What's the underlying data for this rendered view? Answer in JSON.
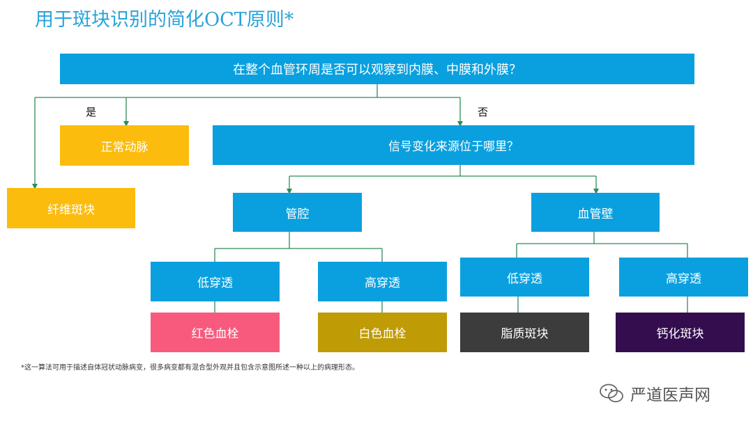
{
  "title": "用于斑块识别的简化OCT原则*",
  "nodes": {
    "q1": "在整个血管环周是否可以观察到内膜、中膜和外膜？",
    "yes_label": "是",
    "no_label": "否",
    "normal": "正常动脉",
    "fibrous": "纤维斑块",
    "q2": "信号变化来源位于哪里？",
    "lumen": "管腔",
    "wall": "血管壁",
    "low1": "低穿透",
    "high1": "高穿透",
    "low2": "低穿透",
    "high2": "高穿透",
    "red_thrombus": "红色血栓",
    "white_thrombus": "白色血栓",
    "lipid": "脂质斑块",
    "calcified": "钙化斑块"
  },
  "footnote": "*这一算法可用于描述自体冠状动脉病变，很多病变都有混合型外观并且包含示意图所述一种以上的病理形态。",
  "watermark": "严道医声网",
  "colors": {
    "title": "#29a3d9",
    "question": "#0aa0df",
    "amber": "#fcbc0e",
    "red_thrombus": "#f75a7d",
    "white_thrombus": "#bf9b06",
    "lipid": "#3c3c3c",
    "calcified": "#340d4e",
    "connector": "#2e8b57"
  }
}
